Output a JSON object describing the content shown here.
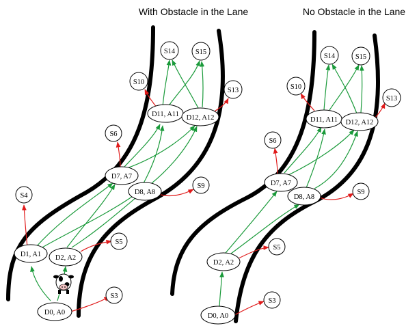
{
  "panels": [
    {
      "title": "With Obstacle in the Lane",
      "nodes": {
        "D0": "D0, A0",
        "D1": "D1, A1",
        "D2": "D2, A2",
        "D7": "D7, A7",
        "D8": "D8, A8",
        "D11": "D11, A11",
        "D12": "D12, A12",
        "S3": "S3",
        "S4": "S4",
        "S5": "S5",
        "S6": "S6",
        "S9": "S9",
        "S10": "S10",
        "S13": "S13",
        "S14": "S14",
        "S15": "S15"
      },
      "obstacle": "cow-icon"
    },
    {
      "title": "No Obstacle in the Lane",
      "nodes": {
        "D0": "D0, A0",
        "D2": "D2, A2",
        "D7": "D7, A7",
        "D8": "D8, A8",
        "D11": "D11, A11",
        "D12": "D12, A12",
        "S3": "S3",
        "S5": "S5",
        "S6": "S6",
        "S9": "S9",
        "S10": "S10",
        "S13": "S13",
        "S14": "S14",
        "S15": "S15"
      }
    }
  ],
  "colors": {
    "safe_edge": "#1a9a3a",
    "unsafe_edge": "#e01b1b",
    "road": "#000000",
    "node_fill": "#ffffff"
  }
}
